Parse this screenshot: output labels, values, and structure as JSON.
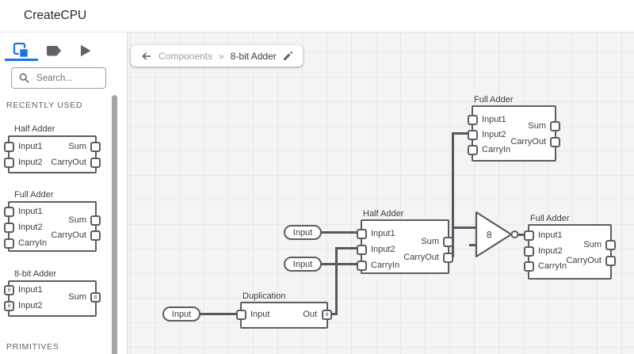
{
  "header": {
    "title": "CreateCPU"
  },
  "colors": {
    "accent": "#1a73e8",
    "wire": "#55585e",
    "canvas_bg": "#f4f4f5",
    "icon_gray": "#5f6368"
  },
  "sidebar": {
    "tabs": [
      {
        "icon": "components-icon",
        "active": true
      },
      {
        "icon": "tag-icon",
        "active": false
      },
      {
        "icon": "play-icon",
        "active": false
      }
    ],
    "search": {
      "placeholder": "Search...",
      "icon": "search-icon"
    },
    "sections": {
      "recently_used": "RECENTLY USED",
      "primitives": "PRIMITIVES"
    },
    "items": {
      "half": {
        "title": "Half Adder",
        "in1": "Input1",
        "in2": "Input2",
        "sum": "Sum",
        "cout": "CarryOut"
      },
      "full": {
        "title": "Full Adder",
        "in1": "Input1",
        "in2": "Input2",
        "cin": "CarryIn",
        "sum": "Sum",
        "cout": "CarryOut"
      },
      "adder8": {
        "title": "8-bit Adder",
        "in1": "Input1",
        "in2": "Input2",
        "sum": "Sum",
        "bus": "8"
      }
    }
  },
  "canvas": {
    "breadcrumb": {
      "back_icon": "back-arrow-icon",
      "parent": "Components",
      "sep": "»",
      "current": "8-bit Adder",
      "edit_icon": "edit-pencil-icon"
    },
    "pills": {
      "a": "Input",
      "b": "Input",
      "c": "Input"
    },
    "nodes": {
      "fa_top": {
        "title": "Full Adder",
        "in1": "Input1",
        "in2": "Input2",
        "cin": "CarryIn",
        "sum": "Sum",
        "cout": "CarryOut"
      },
      "ha": {
        "title": "Half Adder",
        "in1": "Input1",
        "in2": "Input2",
        "cin": "CarryIn",
        "sum": "Sum",
        "cout": "CarryOut"
      },
      "fa_right": {
        "title": "Full Adder",
        "in1": "Input1",
        "in2": "Input2",
        "cin": "CarryIn",
        "sum": "Sum",
        "cout": "CarryOut"
      },
      "dup": {
        "title": "Duplication",
        "in": "Input",
        "out": "Out",
        "bus": "8"
      },
      "not": {
        "label": "8"
      }
    }
  }
}
